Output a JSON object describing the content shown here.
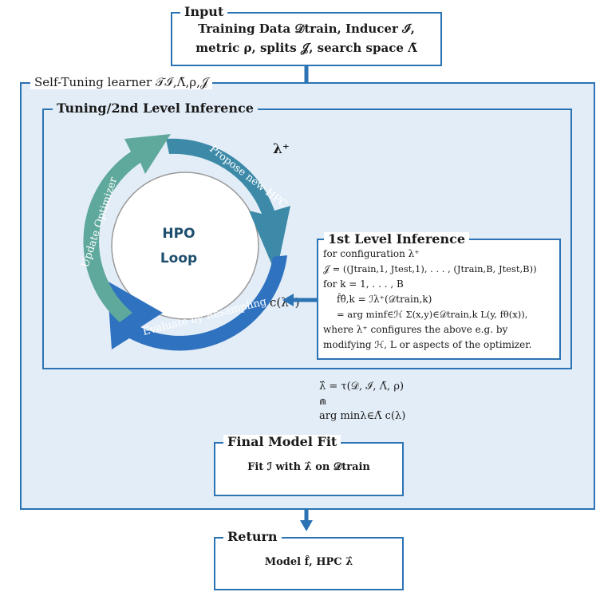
{
  "input": {
    "title": "Input",
    "line1": "Training Data 𝒟train, Inducer ℐ,",
    "line2": "metric ρ, splits 𝒥, search space Λ̃"
  },
  "self_tuning": {
    "title": "Self-Tuning learner 𝒯ℐ,Λ̃,ρ,𝒥"
  },
  "tuning": {
    "title": "Tuning/2nd Level Inference"
  },
  "loop": {
    "center_line1": "HPO",
    "center_line2": "Loop",
    "propose": "Propose new HPC",
    "evaluate": "Evaluate by Resampling",
    "update": "Update Optimizer",
    "lambda_plus": "λ⁺",
    "cost": "c(λ⁺)"
  },
  "first_level": {
    "title": "1st Level Inference",
    "lines": [
      "for configuration λ⁺",
      "𝒥 = ((Jtrain,1, Jtest,1), . . . , (Jtrain,B, Jtest,B))",
      "for k = 1, . . . , B",
      "f̂θ̂,k = ℐλ⁺(𝒟train,k)",
      "= arg minf∈ℋ Σ(x,y)∈𝒟train,k L(y, fθ(x)),",
      "where λ⁺ configures the above e.g. by",
      "modifying ℋ, L or aspects of the optimizer."
    ]
  },
  "result": {
    "line1": "λ̂ = τ(𝒟, ℐ, Λ̃, ρ)",
    "line2": "⋒",
    "line3": "arg minλ∈Λ̃ c(λ)"
  },
  "final_fit": {
    "title": "Final Model Fit",
    "text": "Fit ℐ with λ̂ on 𝒟train"
  },
  "return": {
    "title": "Return",
    "text": "Model f̂, HPC λ̂"
  },
  "colors": {
    "border": "#2b73b3",
    "tint": "#e3edf7",
    "teal": "#5ea89c",
    "blue": "#2f72c0"
  }
}
